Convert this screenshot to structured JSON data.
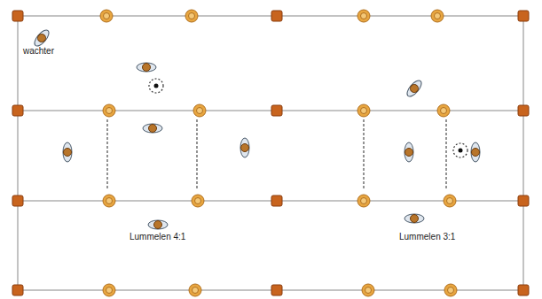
{
  "diagram": {
    "labels": [
      "wachter",
      "Lummelen 4:1",
      "Lummelen 3:1"
    ]
  }
}
